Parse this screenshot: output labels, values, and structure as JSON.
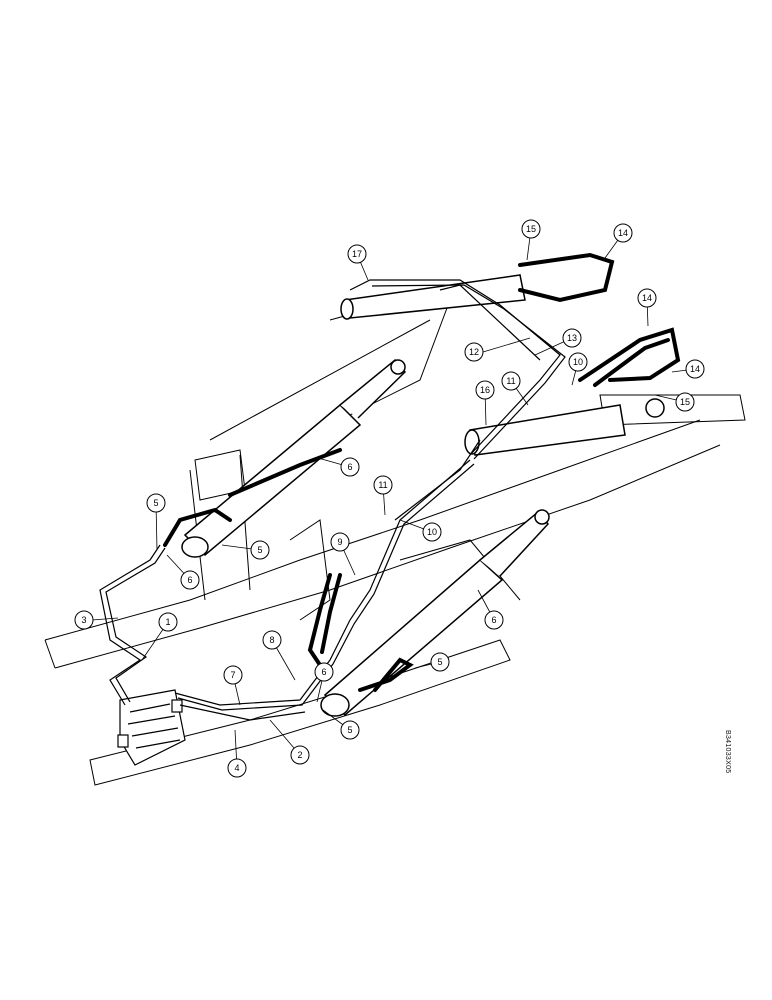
{
  "diagram": {
    "reference_code": "B341033X05",
    "callouts": {
      "c1": "1",
      "c2": "2",
      "c3": "3",
      "c4": "4",
      "c5a": "5",
      "c5b": "5",
      "c5c": "5",
      "c5d": "5",
      "c6a": "6",
      "c6b": "6",
      "c6c": "6",
      "c6d": "6",
      "c7": "7",
      "c8": "8",
      "c9": "9",
      "c10a": "10",
      "c10b": "10",
      "c11a": "11",
      "c11b": "11",
      "c12": "12",
      "c13": "13",
      "c14a": "14",
      "c14b": "14",
      "c14c": "14",
      "c15a": "15",
      "c15b": "15",
      "c16": "16",
      "c17": "17"
    }
  }
}
